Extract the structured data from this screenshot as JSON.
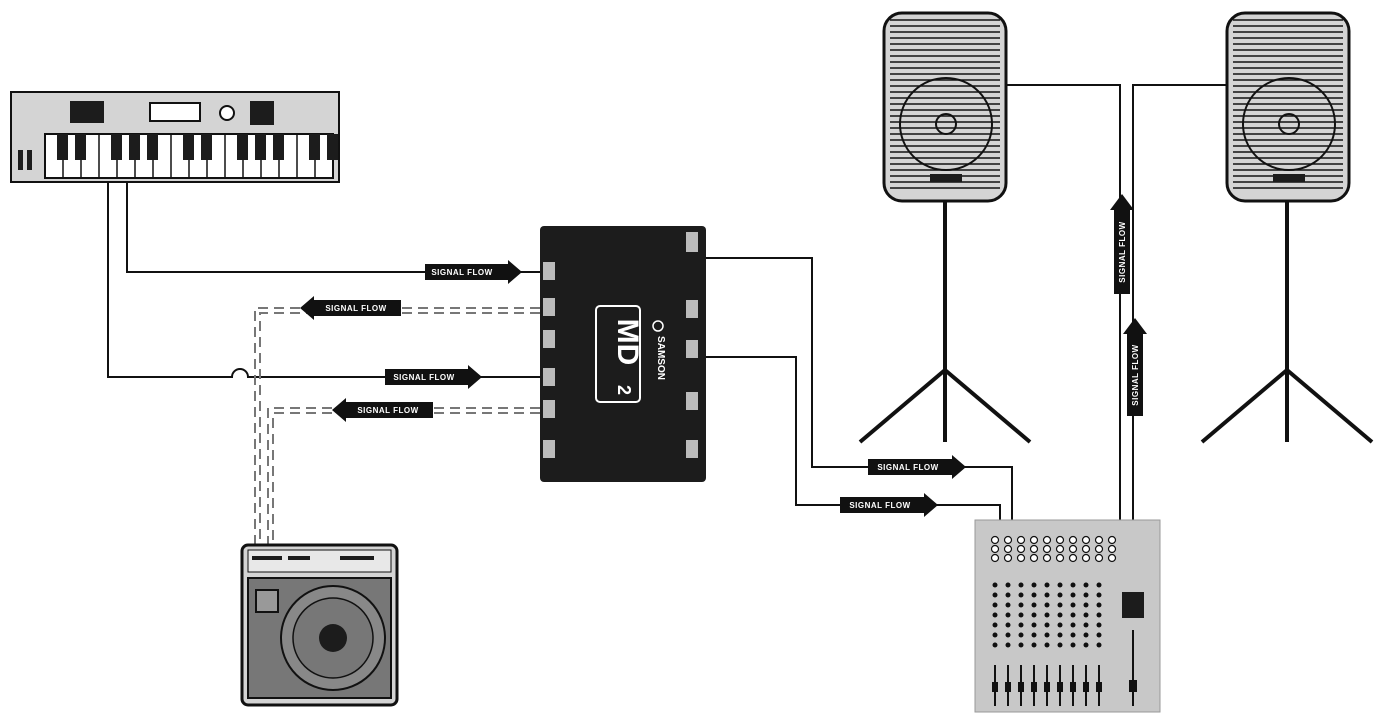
{
  "flow_labels": {
    "keyboard_to_di": "SIGNAL FLOW",
    "di_to_amp_top": "SIGNAL FLOW",
    "keyboard_to_di_2": "SIGNAL FLOW",
    "di_to_amp_bottom": "SIGNAL FLOW",
    "di_to_mixer_top": "SIGNAL FLOW",
    "di_to_mixer_bottom": "SIGNAL FLOW",
    "mixer_to_speaker_left": "SIGNAL FLOW",
    "mixer_to_speaker_right": "SIGNAL FLOW"
  },
  "di_box": {
    "model": "MD",
    "model_number": "2",
    "brand": "SAMSON"
  },
  "colors": {
    "device_fill": "#d4d4d4",
    "device_dark": "#1c1c1c",
    "cable": "#111111",
    "dashed_cable": "#888888"
  },
  "icons": {
    "keyboard": "keyboard-icon",
    "di_box": "di-box-icon",
    "amp": "guitar-amp-icon",
    "mixer": "mixer-icon",
    "speaker": "speaker-icon"
  }
}
